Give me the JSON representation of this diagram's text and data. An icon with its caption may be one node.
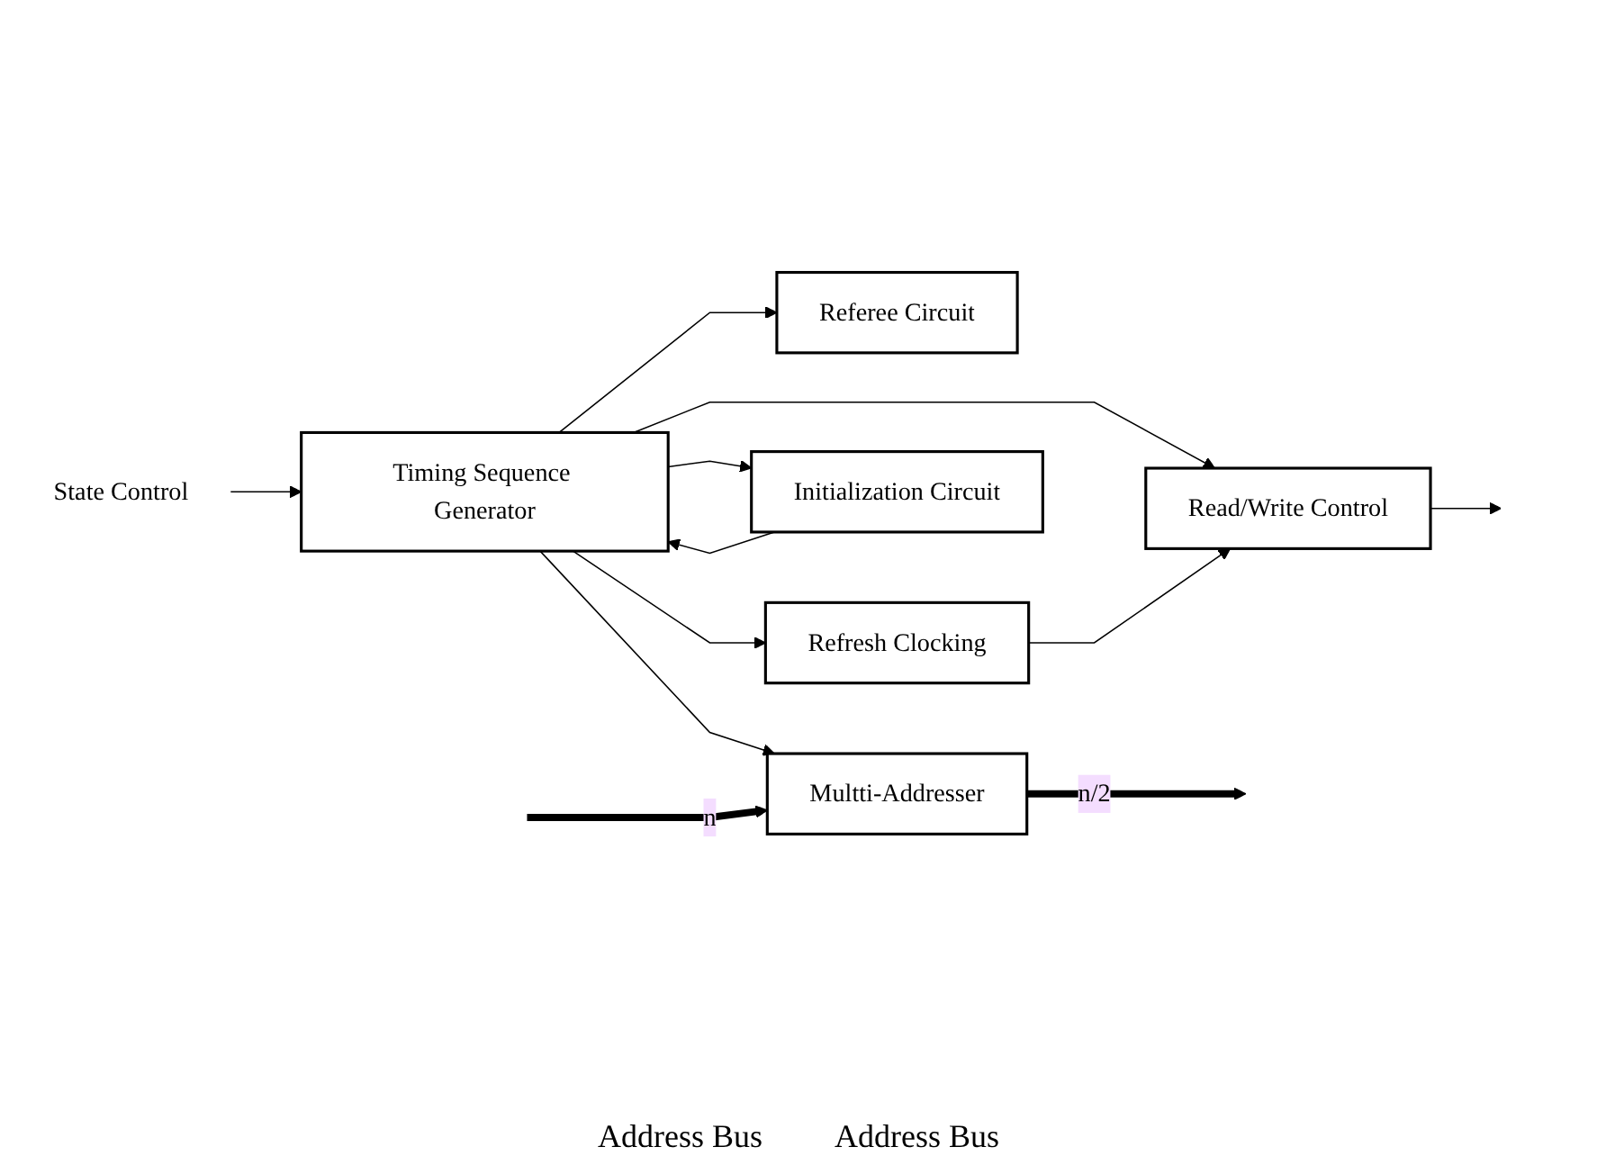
{
  "diagram": {
    "nodes": [
      {
        "text": [
          "State Control"
        ]
      },
      {
        "text": [
          "Timing Sequence Generator"
        ]
      },
      {
        "text": [
          "Read/Write Control"
        ]
      },
      {
        "text": [
          "Referee Circuit"
        ]
      },
      {
        "text": [
          "Refresh Clocking"
        ]
      },
      {
        "text": [
          "Initialization Circuit"
        ]
      },
      {
        "text": [
          "Multti-Addresser"
        ]
      }
    ],
    "edges": [
      {
        "from": 0,
        "to": 1,
        "arrow": "to"
      },
      {
        "from": 1,
        "to": 2,
        "arrow": "to"
      },
      {
        "from": 1,
        "to": 3,
        "arrow": "to"
      },
      {
        "from": 1,
        "to": 4,
        "arrow": "to"
      },
      {
        "from": 1,
        "to": 6,
        "arrow": "to"
      },
      {
        "from": 1,
        "to": 5,
        "arrow": "to"
      },
      {
        "from": 5,
        "to": 1,
        "arrow": "to"
      },
      {
        "from": 4,
        "to": 2,
        "arrow": "to"
      },
      {
        "from": 2,
        "to": null,
        "arrow": "to"
      },
      {
        "from": null,
        "to": 6,
        "arrow": "to",
        "label": "n",
        "style": "thick"
      },
      {
        "from": 6,
        "to": null,
        "arrow": "to",
        "label": "n/2",
        "style": "thick"
      }
    ],
    "labels": [
      "Address Bus",
      "Address Bus"
    ]
  }
}
